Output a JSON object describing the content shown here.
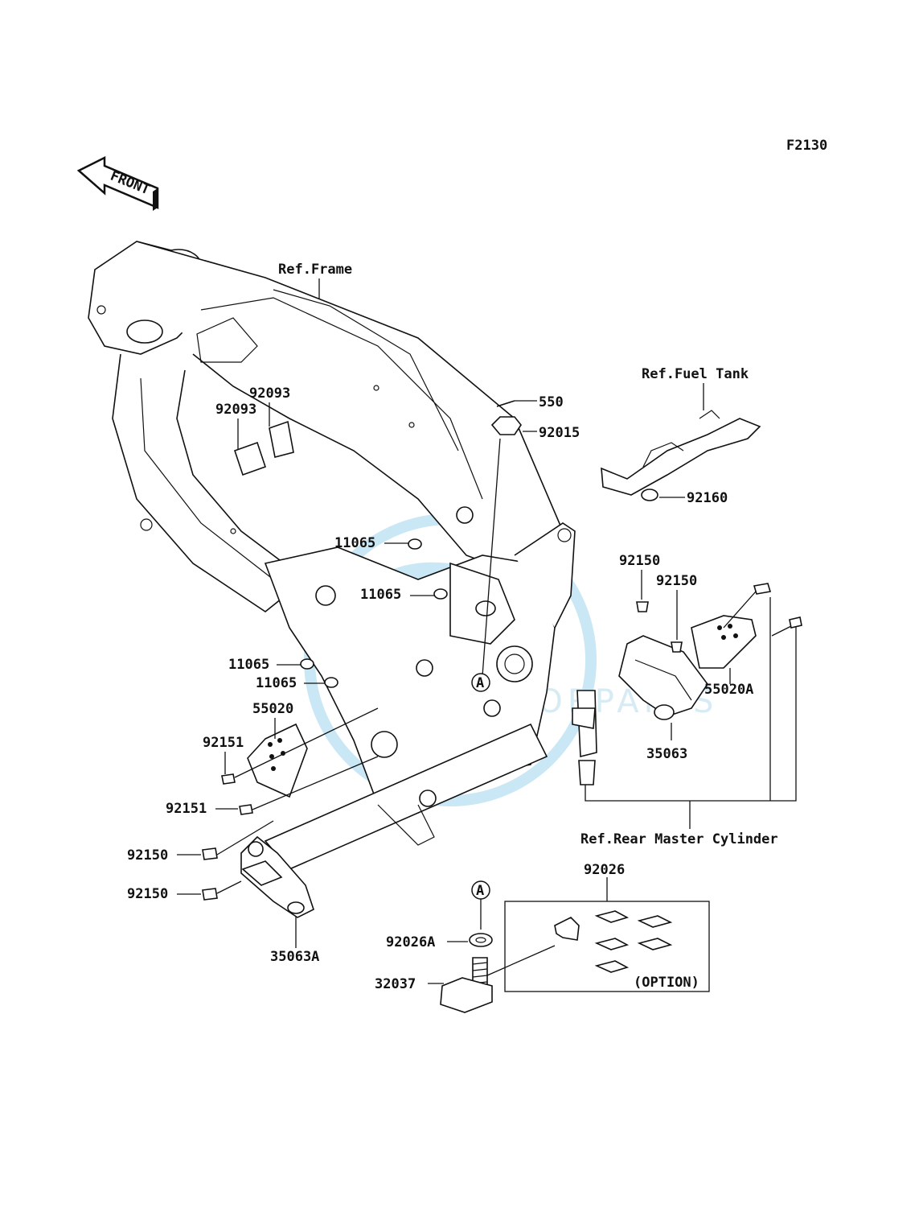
{
  "diagram_code": "F2130",
  "front_arrow_label": "FRONT",
  "circle_marker": "A",
  "refs": {
    "frame": "Ref.Frame",
    "fuel_tank": "Ref.Fuel Tank",
    "rear_master_cylinder": "Ref.Rear Master Cylinder"
  },
  "option_label": "(OPTION)",
  "watermark": "MOTORPARTS",
  "parts": {
    "p550": "550",
    "p92015": "92015",
    "p92160": "92160",
    "p92093a": "92093",
    "p92093b": "92093",
    "p11065a": "11065",
    "p11065b": "11065",
    "p11065c": "11065",
    "p11065d": "11065",
    "p92150a": "92150",
    "p92150b": "92150",
    "p55020A": "55020A",
    "p35063": "35063",
    "p55020": "55020",
    "p92151a": "92151",
    "p92151b": "92151",
    "p92150c": "92150",
    "p92150d": "92150",
    "p35063A": "35063A",
    "p92026": "92026",
    "p92026A": "92026A",
    "p32037": "32037"
  },
  "colors": {
    "line": "#111111",
    "watermark": "#9fd4ef"
  }
}
